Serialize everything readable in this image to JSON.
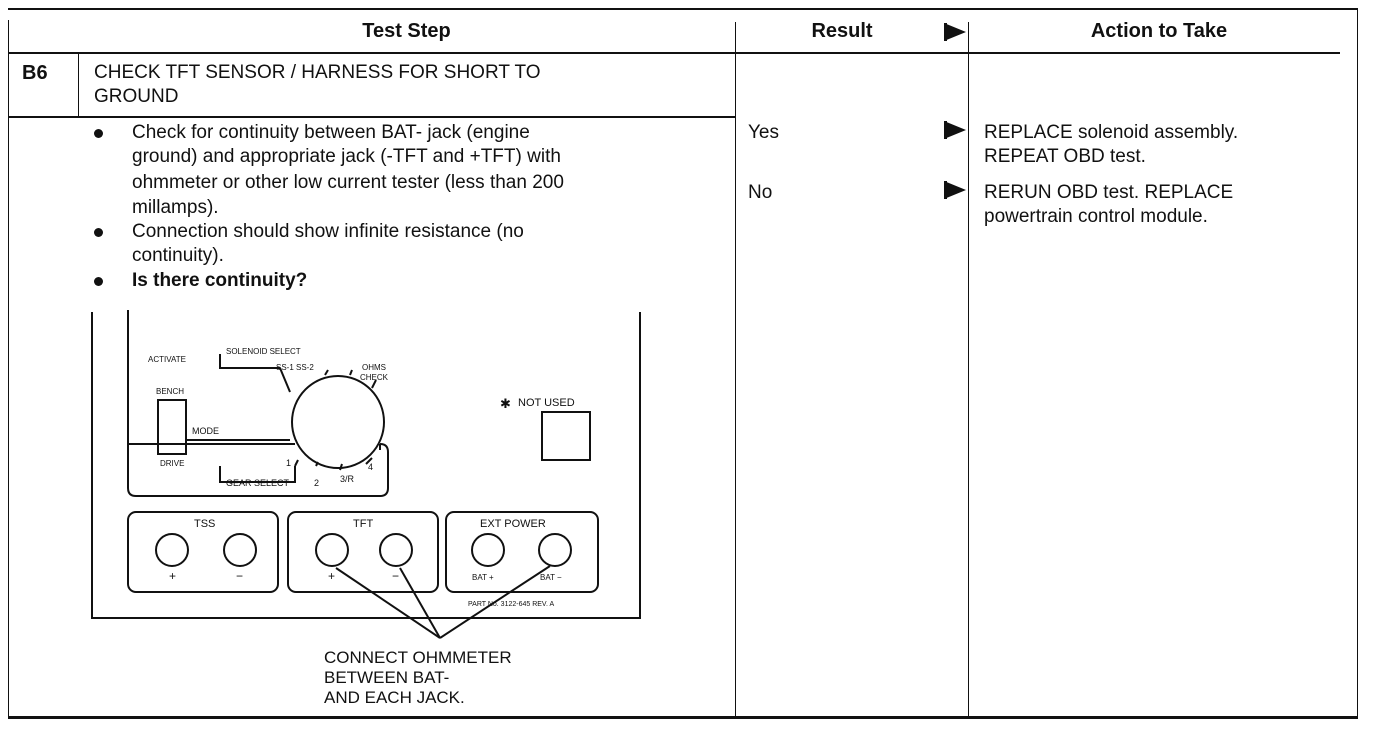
{
  "header": {
    "test_step": "Test Step",
    "result": "Result",
    "action": "Action to Take"
  },
  "step": {
    "id": "B6",
    "title_line1": "CHECK TFT SENSOR / HARNESS FOR SHORT TO",
    "title_line2": "GROUND"
  },
  "instructions": [
    {
      "lines": [
        "Check for continuity between BAT- jack (engine",
        "ground) and appropriate jack (-TFT and +TFT) with",
        "ohmmeter or other low current tester (less than 200",
        "millamps)."
      ]
    },
    {
      "lines": [
        "Connection should show infinite resistance (no",
        "continuity)."
      ]
    },
    {
      "lines": [
        "Is there continuity?"
      ]
    }
  ],
  "results": [
    {
      "result": "Yes",
      "action_line1": "REPLACE solenoid assembly.",
      "action_line2": "REPEAT OBD test."
    },
    {
      "result": "No",
      "action_line1": "RERUN OBD test. REPLACE",
      "action_line2": "powertrain control module."
    }
  ],
  "diagram": {
    "activate": "ACTIVATE",
    "solenoid_select": "SOLENOID SELECT",
    "ss1_ss2": "SS-1  SS-2",
    "ohms": "OHMS",
    "check": "CHECK",
    "bench": "BENCH",
    "mode": "MODE",
    "drive": "DRIVE",
    "gear_select": "GEAR SELECT",
    "g1": "1",
    "g2": "2",
    "g3r": "3/R",
    "g4": "4",
    "not_used": "NOT USED",
    "tss": "TSS",
    "tft": "TFT",
    "ext_power": "EXT POWER",
    "plus": "+",
    "minus": "−",
    "bat_plus": "BAT +",
    "bat_minus": "BAT −",
    "part_no": "PART No. 3122-645 REV. A",
    "callout_line1": "CONNECT OHMMETER",
    "callout_line2": "BETWEEN BAT-",
    "callout_line3": "AND EACH JACK."
  }
}
